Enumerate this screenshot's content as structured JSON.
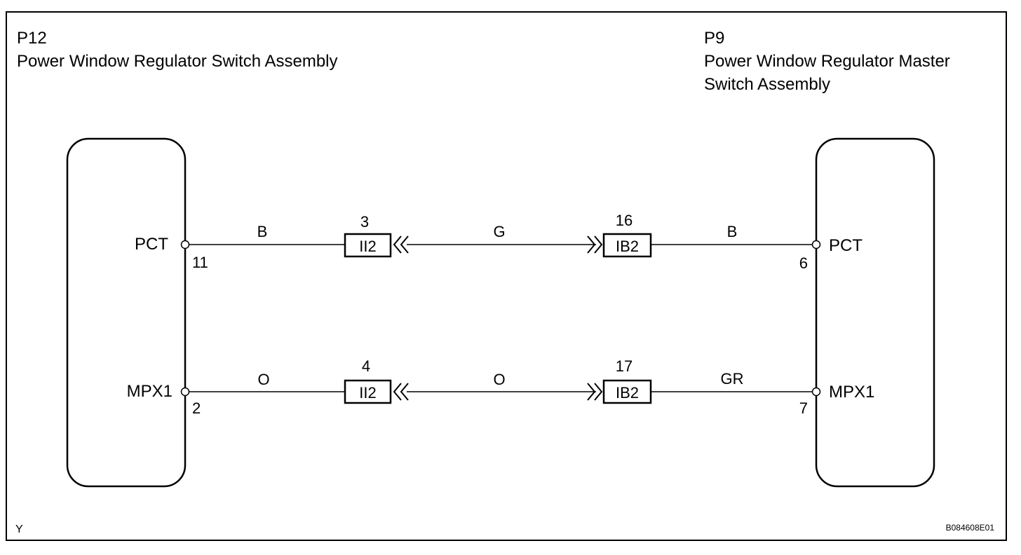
{
  "left_component": {
    "code": "P12",
    "name_line1": "Power Window Regulator Switch Assembly",
    "pins": [
      {
        "name": "PCT",
        "number": "11"
      },
      {
        "name": "MPX1",
        "number": "2"
      }
    ]
  },
  "right_component": {
    "code": "P9",
    "name_line1": "Power Window Regulator Master",
    "name_line2": "Switch Assembly",
    "pins": [
      {
        "name": "PCT",
        "number": "6"
      },
      {
        "name": "MPX1",
        "number": "7"
      }
    ]
  },
  "circuits": [
    {
      "wire_left": "B",
      "wire_mid": "G",
      "wire_right": "B",
      "connector_left": {
        "label": "II2",
        "pin": "3"
      },
      "connector_right": {
        "label": "IB2",
        "pin": "16"
      }
    },
    {
      "wire_left": "O",
      "wire_mid": "O",
      "wire_right": "GR",
      "connector_left": {
        "label": "II2",
        "pin": "4"
      },
      "connector_right": {
        "label": "IB2",
        "pin": "17"
      }
    }
  ],
  "footer": {
    "left_mark": "Y",
    "figure_id": "B084608E01"
  }
}
